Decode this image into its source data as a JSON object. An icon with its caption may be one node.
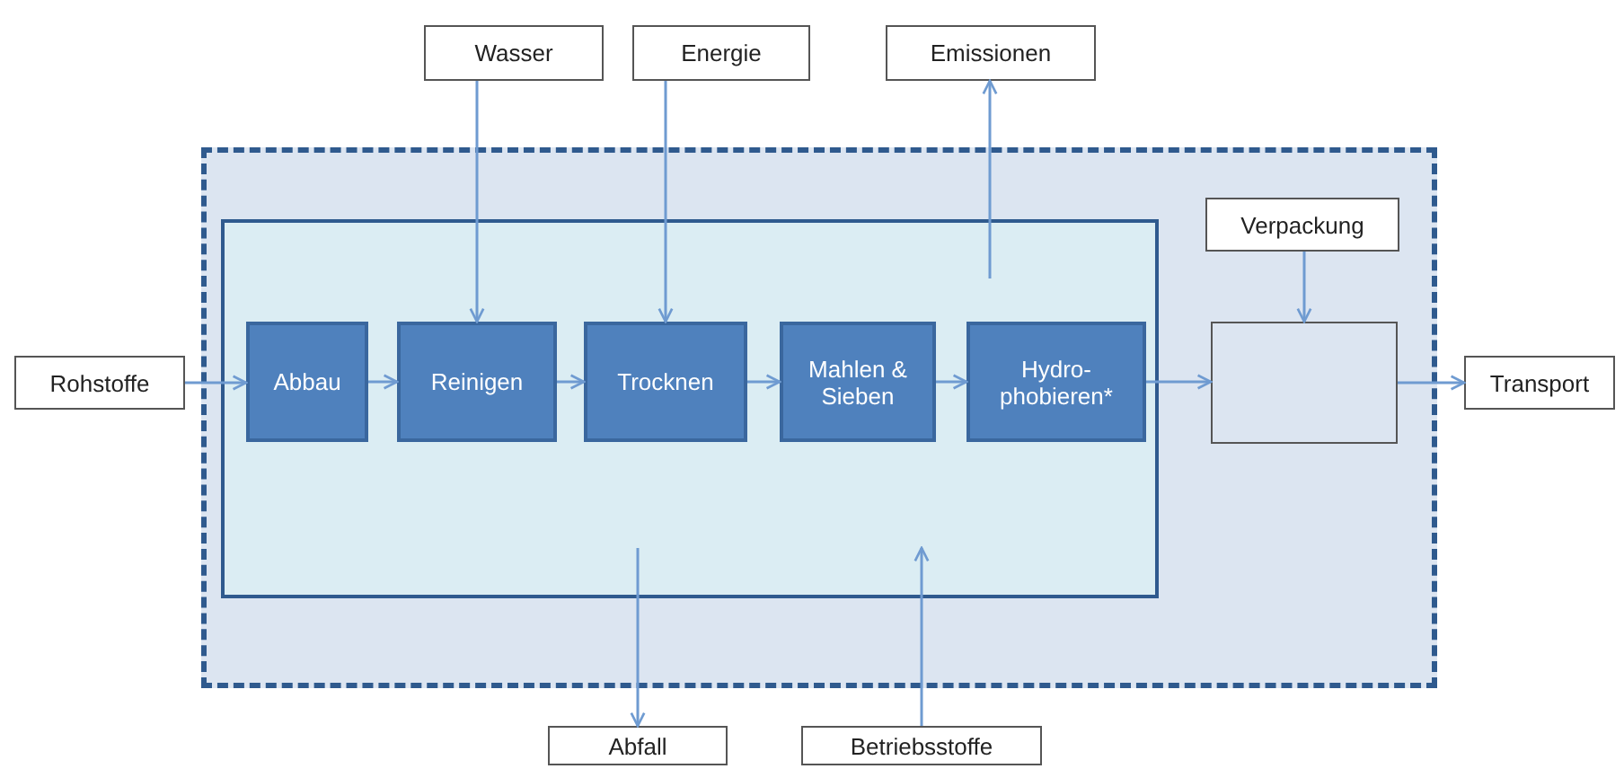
{
  "diagram": {
    "nodes": [
      {
        "text": [],
        "shape": "box"
      },
      {
        "text": [],
        "shape": "box",
        "in": 0
      },
      {
        "text": [
          "Abbau"
        ],
        "in": 1
      },
      {
        "text": [
          "Reinigen"
        ],
        "in": 1
      },
      {
        "text": [
          "Trocknen"
        ],
        "in": 1
      },
      {
        "text": [
          "Mahlen & Sieben"
        ],
        "in": 1
      },
      {
        "text": [
          "Hydro- phobieren*"
        ],
        "in": 1
      },
      {
        "text": [
          "Verpackung"
        ],
        "in": 0
      },
      {
        "text": [],
        "shape": "box",
        "in": 0
      },
      {
        "text": [
          "Rohstoffe"
        ]
      },
      {
        "text": [
          "Wasser"
        ]
      },
      {
        "text": [
          "Energie"
        ]
      },
      {
        "text": [
          "Emissionen"
        ]
      },
      {
        "text": [
          "Transport"
        ]
      },
      {
        "text": [
          "Abfall"
        ]
      },
      {
        "text": [
          "Betriebsstoffe"
        ]
      }
    ],
    "edges": [
      {
        "from": 9,
        "to": 2,
        "arrow": "to"
      },
      {
        "from": 2,
        "to": 3,
        "arrow": "to"
      },
      {
        "from": 3,
        "to": 4,
        "arrow": "to"
      },
      {
        "from": 4,
        "to": 5,
        "arrow": "to"
      },
      {
        "from": 5,
        "to": 6,
        "arrow": "to"
      },
      {
        "from": 6,
        "to": 8,
        "arrow": "to"
      },
      {
        "from": 8,
        "to": 13,
        "arrow": "to"
      },
      {
        "from": 7,
        "to": 8,
        "arrow": "to"
      },
      {
        "from": 10,
        "to": 3,
        "arrow": "to"
      },
      {
        "from": 11,
        "to": 4,
        "arrow": "to"
      },
      {
        "from": null,
        "to": 12,
        "arrow": "to"
      },
      {
        "from": null,
        "to": 14,
        "arrow": "to"
      },
      {
        "from": 15,
        "to": null,
        "arrow": "to"
      }
    ]
  }
}
